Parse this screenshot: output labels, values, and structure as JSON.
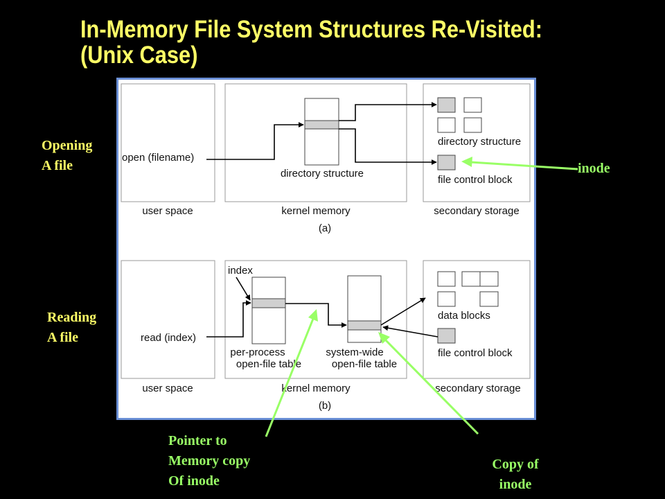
{
  "title": {
    "line1": "In-Memory File System Structures Re-Visited:",
    "line2": "(Unix Case)"
  },
  "side_labels": {
    "opening": [
      "Opening",
      "A file"
    ],
    "reading": [
      "Reading",
      "A file"
    ]
  },
  "annotations": {
    "inode": "inode",
    "pointer": [
      "Pointer to",
      "Memory copy",
      "Of inode"
    ],
    "copy": [
      "Copy of",
      "inode"
    ]
  },
  "figure": {
    "a": {
      "call": "open (filename)",
      "kernel_label": "directory structure",
      "storage_dir_label": "directory structure",
      "storage_fcb_label": "file control block",
      "regions": [
        "user space",
        "kernel memory",
        "secondary storage"
      ],
      "caption": "(a)"
    },
    "b": {
      "index_label": "index",
      "call": "read (index)",
      "per_process_label": [
        "per-process",
        "open-file table"
      ],
      "system_wide_label": [
        "system-wide",
        "open-file table"
      ],
      "data_blocks_label": "data blocks",
      "fcb_label": "file control block",
      "regions": [
        "user space",
        "kernel memory",
        "secondary storage"
      ],
      "caption": "(b)"
    }
  },
  "colors": {
    "background": "#000000",
    "title": "#ffff66",
    "side_labels": "#ffff66",
    "annotations": "#99ff66",
    "panel_border": "#6a8fd6",
    "panel_fill": "#ffffff"
  }
}
